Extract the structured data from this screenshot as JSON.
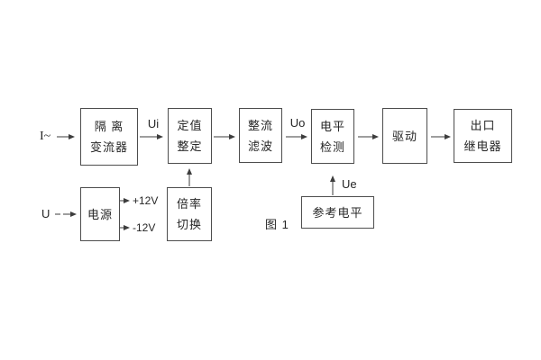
{
  "figure": {
    "caption": "图 1",
    "colors": {
      "background": "#ffffff",
      "box_border": "#4d4d4d",
      "line": "#3d3d3d",
      "text": "#262626"
    }
  },
  "diagram": {
    "inputs": {
      "current": "I~",
      "voltage": "U"
    },
    "signals": {
      "ui": "Ui",
      "uo": "Uo",
      "ue": "Ue"
    },
    "rails": {
      "positive": "+12V",
      "negative": "-12V"
    },
    "blocks": [
      {
        "id": "isolation-transducer",
        "line1": "隔 离",
        "line2": "变流器"
      },
      {
        "id": "setting-adjustment",
        "line1": "定值",
        "line2": "整定"
      },
      {
        "id": "rectifier-filter",
        "line1": "整流",
        "line2": "滤波"
      },
      {
        "id": "level-detection",
        "line1": "电平",
        "line2": "检测"
      },
      {
        "id": "drive",
        "line1": "驱动"
      },
      {
        "id": "output-relay",
        "line1": "出口",
        "line2": "继电器"
      },
      {
        "id": "power-supply",
        "line1": "电源"
      },
      {
        "id": "ratio-switch",
        "line1": "倍率",
        "line2": "切换"
      },
      {
        "id": "reference-level",
        "line1": "参考电平"
      }
    ]
  }
}
